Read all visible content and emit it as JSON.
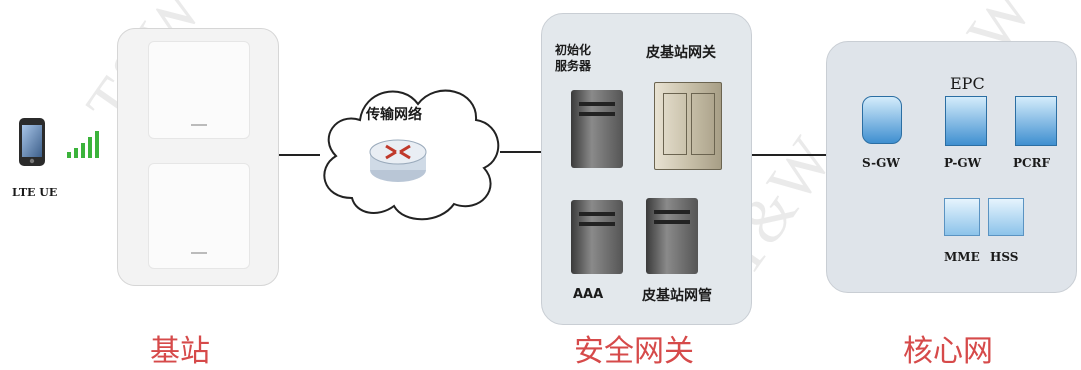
{
  "watermark": "T&W",
  "device_label": "LTE UE",
  "cloud_label": "传输网络",
  "security_gateway": {
    "init_server_label": "初始化\n服务器",
    "femto_gateway_label": "皮基站网关",
    "aaa_label": "AAA",
    "femto_mgmt_label": "皮基站网管"
  },
  "core": {
    "epc_label": "EPC",
    "sgw_label": "S-GW",
    "pgw_label": "P-GW",
    "pcrf_label": "PCRF",
    "mme_label": "MME",
    "hss_label": "HSS"
  },
  "section_labels": {
    "base_station": "基站",
    "security_gateway": "安全网关",
    "core_network": "核心网"
  },
  "colors": {
    "section_label": "#d64a4a",
    "signal_bars": "#3bb33b",
    "epc_node": "#3f8fd0",
    "router": "#c0392b"
  }
}
